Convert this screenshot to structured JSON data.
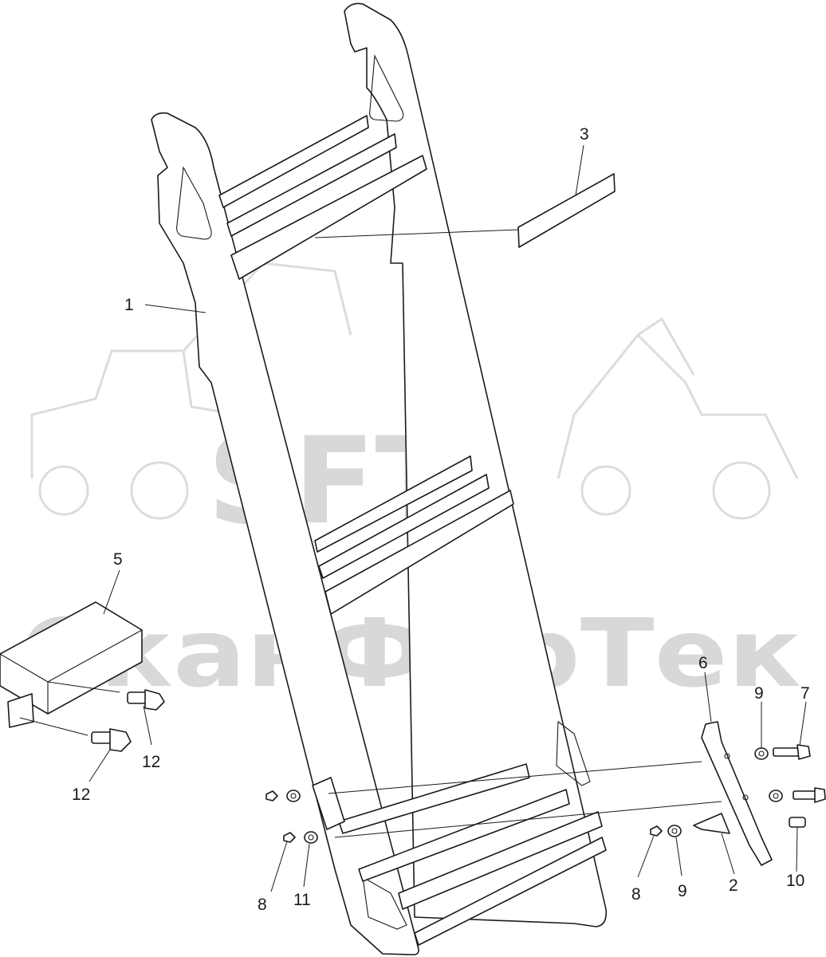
{
  "watermark": {
    "logo_text": "SFT",
    "company_text": "СканФорТек"
  },
  "callouts": [
    {
      "id": "1",
      "label": "1"
    },
    {
      "id": "2",
      "label": "2"
    },
    {
      "id": "3",
      "label": "3"
    },
    {
      "id": "5",
      "label": "5"
    },
    {
      "id": "6",
      "label": "6"
    },
    {
      "id": "7",
      "label": "7"
    },
    {
      "id": "8a",
      "label": "8"
    },
    {
      "id": "8b",
      "label": "8"
    },
    {
      "id": "9a",
      "label": "9"
    },
    {
      "id": "9b",
      "label": "9"
    },
    {
      "id": "10",
      "label": "10"
    },
    {
      "id": "11",
      "label": "11"
    },
    {
      "id": "12a",
      "label": "12"
    },
    {
      "id": "12b",
      "label": "12"
    }
  ]
}
